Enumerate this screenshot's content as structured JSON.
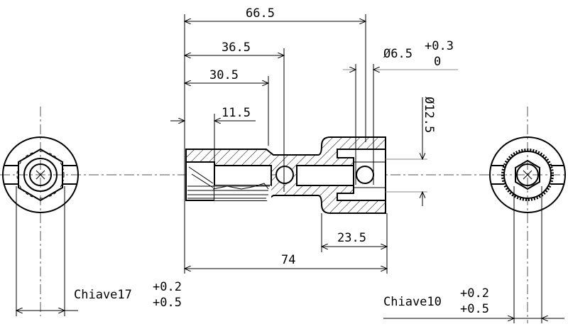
{
  "drawing": {
    "dimensions": {
      "overall_hole_depth": "66.5",
      "cross_hole_position": "36.5",
      "inner_bore_depth": "30.5",
      "socket_depth": "11.5",
      "cross_hole_diameter": "Ø6.5",
      "cross_hole_tol_upper": "+0.3",
      "cross_hole_tol_lower": "0",
      "bore_diameter": "Ø12.5",
      "head_length": "23.5",
      "overall_length": "74"
    },
    "left_view": {
      "label": "Chiave17",
      "tol_upper": "+0.2",
      "tol_lower": "+0.5"
    },
    "right_view": {
      "label": "Chiave10",
      "tol_upper": "+0.2",
      "tol_lower": "+0.5"
    }
  }
}
